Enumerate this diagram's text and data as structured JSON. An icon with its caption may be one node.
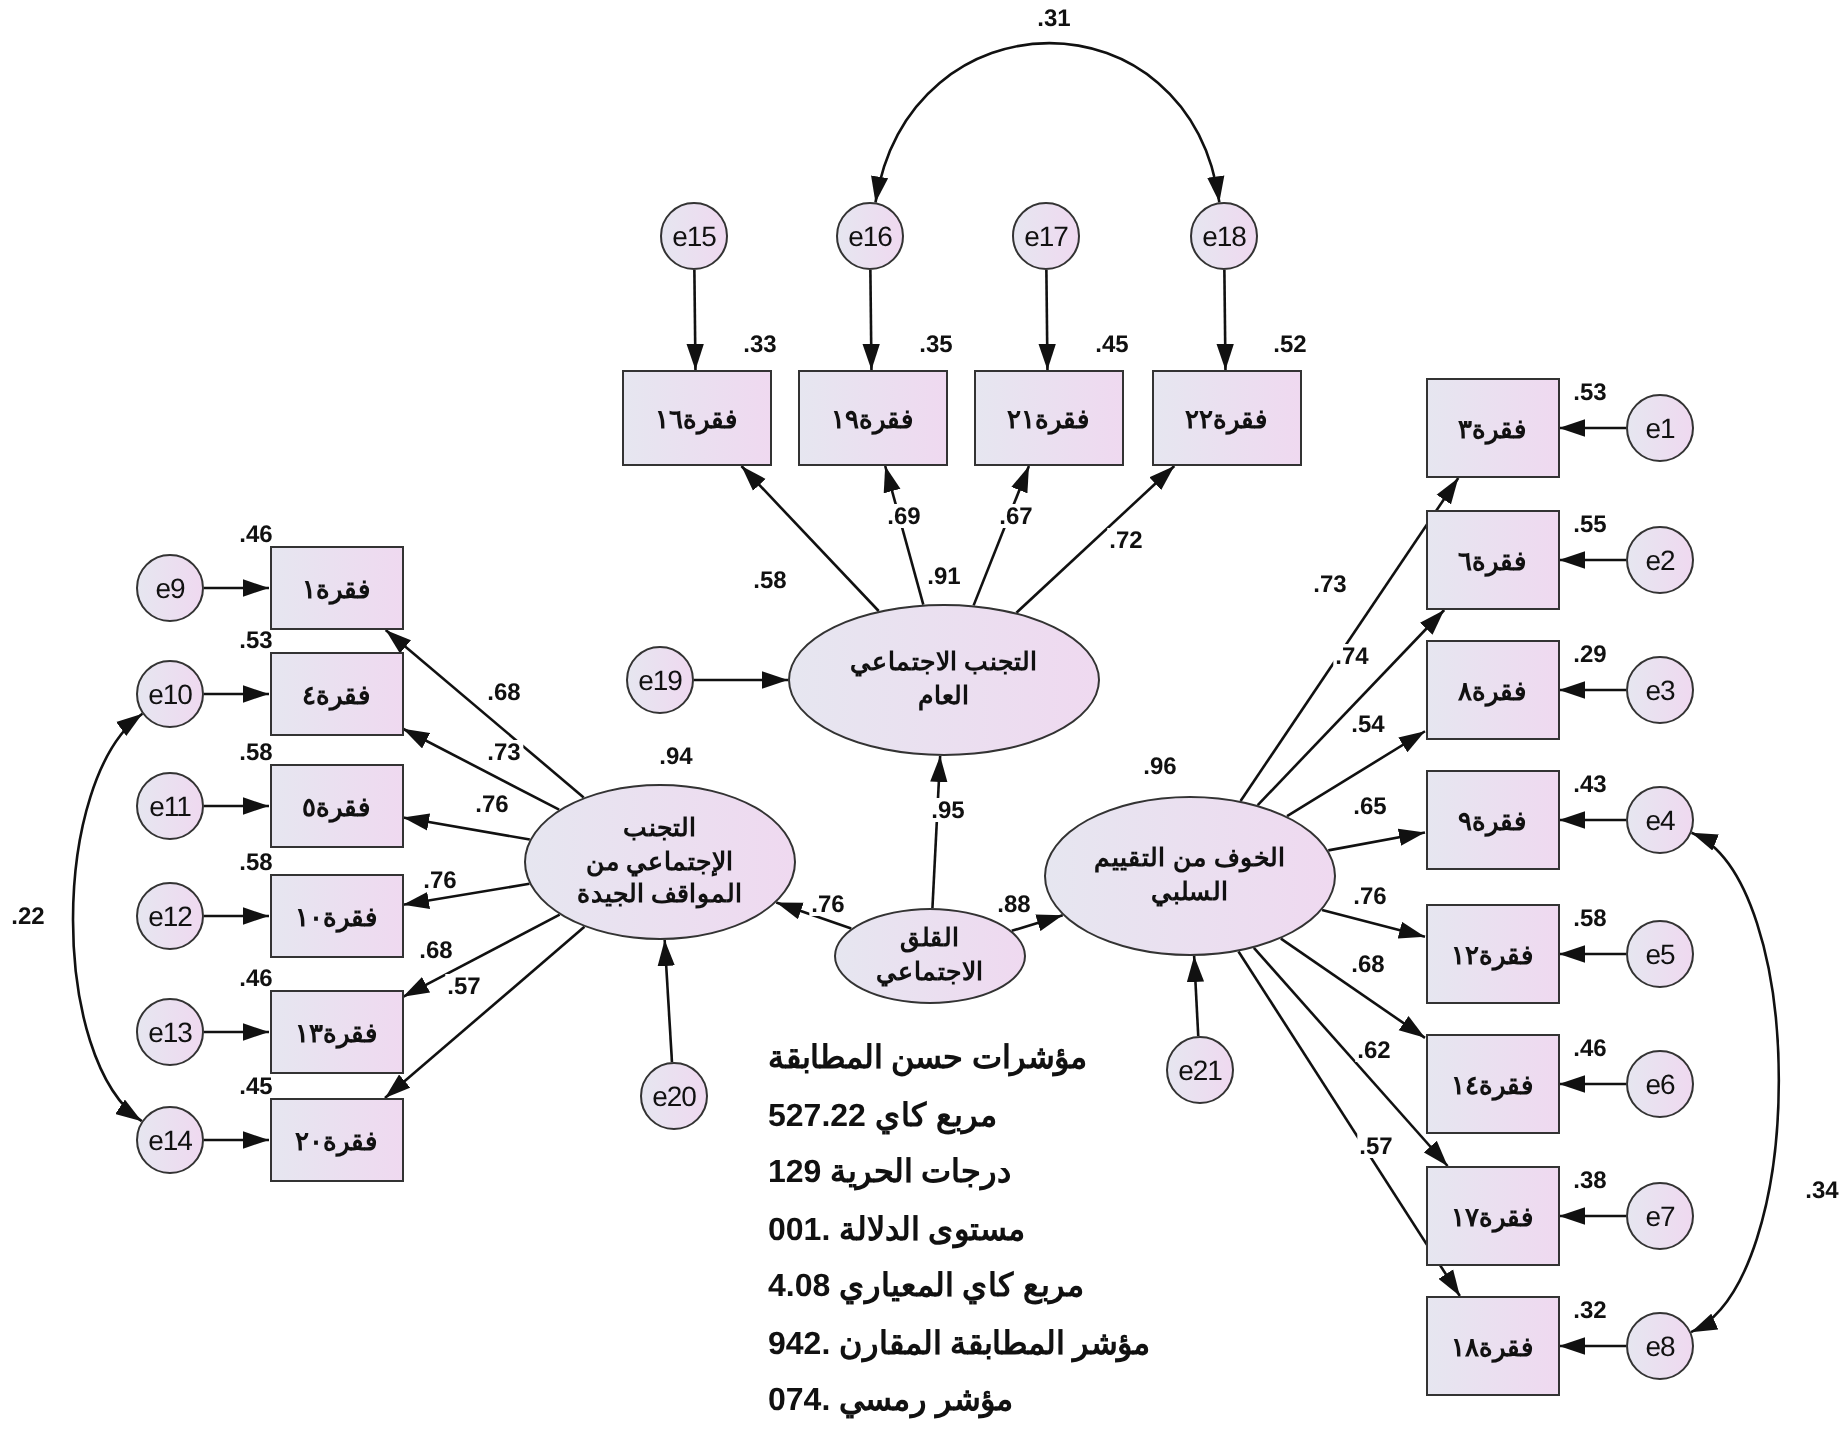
{
  "diagram": {
    "nodes": [
      {
        "text": [
          "e15"
        ]
      },
      {
        "text": [
          "e16"
        ]
      },
      {
        "text": [
          "e17"
        ]
      },
      {
        "text": [
          "e18"
        ]
      },
      {
        "text": [
          "فقرة١٦"
        ],
        "beside": [
          ".33"
        ]
      },
      {
        "text": [
          "فقرة١٩"
        ],
        "beside": [
          ".35"
        ]
      },
      {
        "text": [
          "فقرة٢١"
        ],
        "beside": [
          ".45"
        ]
      },
      {
        "text": [
          "فقرة٢٢"
        ],
        "beside": [
          ".52"
        ]
      },
      {
        "text": [
          "التجنب الاجتماعي العام"
        ],
        "beside": [
          ".91"
        ]
      },
      {
        "text": [
          "e19"
        ]
      },
      {
        "text": [
          "e9"
        ]
      },
      {
        "text": [
          "e10"
        ]
      },
      {
        "text": [
          "e11"
        ]
      },
      {
        "text": [
          "e12"
        ]
      },
      {
        "text": [
          "e13"
        ]
      },
      {
        "text": [
          "e14"
        ]
      },
      {
        "text": [
          "فقرة١"
        ],
        "beside": [
          ".46"
        ]
      },
      {
        "text": [
          "فقرة٤"
        ],
        "beside": [
          ".53"
        ]
      },
      {
        "text": [
          "فقرة٥"
        ],
        "beside": [
          ".58"
        ]
      },
      {
        "text": [
          "فقرة١٠"
        ],
        "beside": [
          ".58"
        ]
      },
      {
        "text": [
          "فقرة١٣"
        ],
        "beside": [
          ".46"
        ]
      },
      {
        "text": [
          "فقرة٢٠"
        ],
        "beside": [
          ".45"
        ]
      },
      {
        "text": [
          "التجنب الإجتماعي من المواقف الجيدة"
        ],
        "beside": [
          ".94"
        ]
      },
      {
        "text": [
          "القلق الاجتماعي"
        ]
      },
      {
        "text": [
          "e20"
        ]
      },
      {
        "text": [
          "الخوف من التقييم السلبي"
        ],
        "beside": [
          ".96"
        ]
      },
      {
        "text": [
          "e21"
        ]
      },
      {
        "text": [
          "فقرة٣"
        ],
        "beside": [
          ".53"
        ]
      },
      {
        "text": [
          "فقرة٦"
        ],
        "beside": [
          ".55"
        ]
      },
      {
        "text": [
          "فقرة٨"
        ],
        "beside": [
          ".29"
        ]
      },
      {
        "text": [
          "فقرة٩"
        ],
        "beside": [
          ".43"
        ]
      },
      {
        "text": [
          "فقرة١٢"
        ],
        "beside": [
          ".58"
        ]
      },
      {
        "text": [
          "فقرة١٤"
        ],
        "beside": [
          ".46"
        ]
      },
      {
        "text": [
          "فقرة١٧"
        ],
        "beside": [
          ".38"
        ]
      },
      {
        "text": [
          "فقرة١٨"
        ],
        "beside": [
          ".32"
        ]
      },
      {
        "text": [
          "e1"
        ]
      },
      {
        "text": [
          "e2"
        ]
      },
      {
        "text": [
          "e3"
        ]
      },
      {
        "text": [
          "e4"
        ]
      },
      {
        "text": [
          "e5"
        ]
      },
      {
        "text": [
          "e6"
        ]
      },
      {
        "text": [
          "e7"
        ]
      },
      {
        "text": [
          "e8"
        ]
      }
    ],
    "edges": [
      {
        "from": 0,
        "to": 4,
        "arrow": "to"
      },
      {
        "from": 1,
        "to": 5,
        "arrow": "to"
      },
      {
        "from": 2,
        "to": 6,
        "arrow": "to"
      },
      {
        "from": 3,
        "to": 7,
        "arrow": "to"
      },
      {
        "from": 8,
        "to": 4,
        "arrow": "to",
        "label": ".58"
      },
      {
        "from": 8,
        "to": 5,
        "arrow": "to",
        "label": ".69"
      },
      {
        "from": 8,
        "to": 6,
        "arrow": "to",
        "label": ".67"
      },
      {
        "from": 8,
        "to": 7,
        "arrow": "to",
        "label": ".72"
      },
      {
        "from": 1,
        "to": 3,
        "arrow": "both",
        "label": ".31"
      },
      {
        "from": 9,
        "to": 8,
        "arrow": "to"
      },
      {
        "from": 23,
        "to": 8,
        "arrow": "to",
        "label": ".95"
      },
      {
        "from": 23,
        "to": 22,
        "arrow": "to",
        "label": ".76"
      },
      {
        "from": 23,
        "to": 25,
        "arrow": "to",
        "label": ".88"
      },
      {
        "from": 24,
        "to": 22,
        "arrow": "to"
      },
      {
        "from": 26,
        "to": 25,
        "arrow": "to"
      },
      {
        "from": 22,
        "to": 16,
        "arrow": "to",
        "label": ".68"
      },
      {
        "from": 22,
        "to": 17,
        "arrow": "to",
        "label": ".73"
      },
      {
        "from": 22,
        "to": 18,
        "arrow": "to",
        "label": ".76"
      },
      {
        "from": 22,
        "to": 19,
        "arrow": "to",
        "label": ".76"
      },
      {
        "from": 22,
        "to": 20,
        "arrow": "to",
        "label": ".68"
      },
      {
        "from": 22,
        "to": 21,
        "arrow": "to",
        "label": ".57"
      },
      {
        "from": 10,
        "to": 16,
        "arrow": "to"
      },
      {
        "from": 11,
        "to": 17,
        "arrow": "to"
      },
      {
        "from": 12,
        "to": 18,
        "arrow": "to"
      },
      {
        "from": 13,
        "to": 19,
        "arrow": "to"
      },
      {
        "from": 14,
        "to": 20,
        "arrow": "to"
      },
      {
        "from": 15,
        "to": 21,
        "arrow": "to"
      },
      {
        "from": 11,
        "to": 15,
        "arrow": "both",
        "label": ".22"
      },
      {
        "from": 25,
        "to": 27,
        "arrow": "to",
        "label": ".73"
      },
      {
        "from": 25,
        "to": 28,
        "arrow": "to",
        "label": ".74"
      },
      {
        "from": 25,
        "to": 29,
        "arrow": "to",
        "label": ".54"
      },
      {
        "from": 25,
        "to": 30,
        "arrow": "to",
        "label": ".65"
      },
      {
        "from": 25,
        "to": 31,
        "arrow": "to",
        "label": ".76"
      },
      {
        "from": 25,
        "to": 32,
        "arrow": "to",
        "label": ".68"
      },
      {
        "from": 25,
        "to": 33,
        "arrow": "to",
        "label": ".62"
      },
      {
        "from": 25,
        "to": 34,
        "arrow": "to",
        "label": ".57"
      },
      {
        "from": 35,
        "to": 27,
        "arrow": "to"
      },
      {
        "from": 36,
        "to": 28,
        "arrow": "to"
      },
      {
        "from": 37,
        "to": 29,
        "arrow": "to"
      },
      {
        "from": 38,
        "to": 30,
        "arrow": "to"
      },
      {
        "from": 39,
        "to": 31,
        "arrow": "to"
      },
      {
        "from": 40,
        "to": 32,
        "arrow": "to"
      },
      {
        "from": 41,
        "to": 33,
        "arrow": "to"
      },
      {
        "from": 42,
        "to": 34,
        "arrow": "to"
      },
      {
        "from": 38,
        "to": 42,
        "arrow": "both",
        "label": ".34"
      }
    ],
    "labels": [
      "مؤشرات حسن المطابقة",
      "مربع كاي 527.22",
      "درجات الحرية 129",
      "مستوى الدلالة .001",
      "مربع كاي المعياري 4.08",
      "مؤشر المطابقة المقارن .942",
      "مؤشر رمسي .074"
    ]
  }
}
